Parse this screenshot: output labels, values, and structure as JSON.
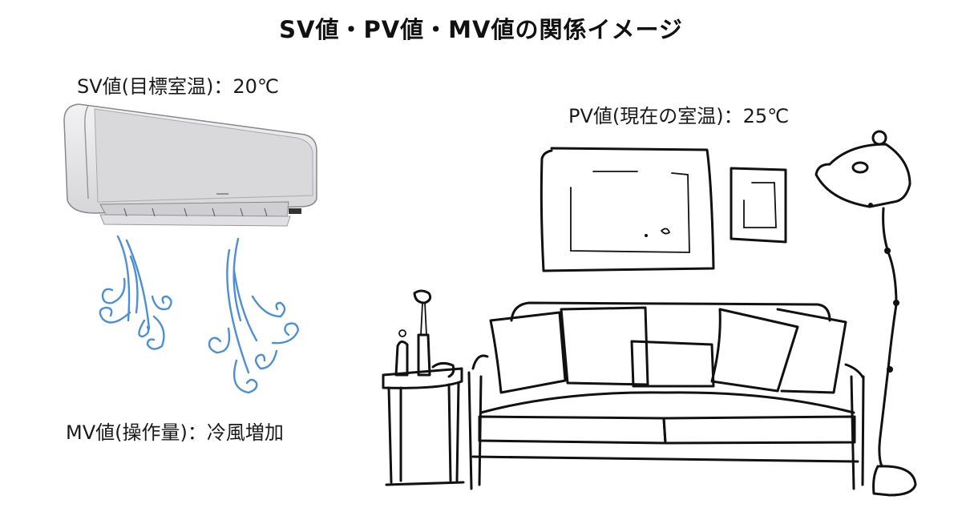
{
  "title": "SV値・PV値・MV値の関係イメージ",
  "labels": {
    "sv": "SV値(目標室温)：20℃",
    "pv": "PV値(現在の室温)：25℃",
    "mv": "MV値(操作量)：冷風増加"
  },
  "illustrations": {
    "air_conditioner": "air-conditioner-icon",
    "cold_wind": "wind-swirl-icon",
    "sofa": "sofa-icon",
    "picture_frames": "picture-frame-icon",
    "floor_lamp": "floor-lamp-icon",
    "side_table": "side-table-icon"
  },
  "colors": {
    "wind": "#4a8fd8",
    "ink": "#111111",
    "ac_body": "#e4e4e6"
  }
}
